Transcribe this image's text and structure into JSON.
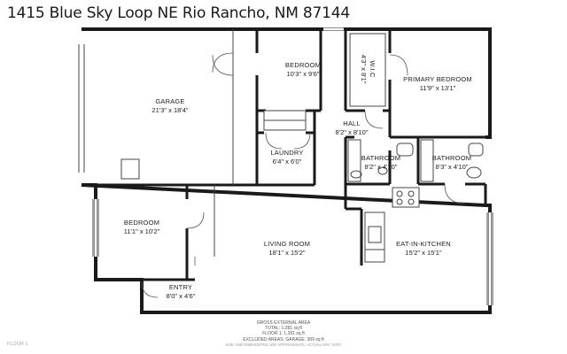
{
  "title": "1415 Blue Sky Loop NE Rio Rancho, NM 87144",
  "rooms": {
    "garage": {
      "name": "GARAGE",
      "dims": "21'3\" x 18'4\""
    },
    "bedroom_top": {
      "name": "BEDROOM",
      "dims": "10'3\" x 9'6\""
    },
    "wic": {
      "name": "W.I.C",
      "dims": "4'3\" x 8'1\""
    },
    "primary_bedroom": {
      "name": "PRIMARY BEDROOM",
      "dims": "11'9\" x 13'1\""
    },
    "hall": {
      "name": "HALL",
      "dims": "8'2\" x 8'10\""
    },
    "laundry": {
      "name": "LAUNDRY",
      "dims": "6'4\" x 6'0\""
    },
    "bathroom_1": {
      "name": "BATHROOM",
      "dims": "8'2\" x 4'10\""
    },
    "bathroom_2": {
      "name": "BATHROOM",
      "dims": "8'3\" x 4'10\""
    },
    "bedroom_left": {
      "name": "BEDROOM",
      "dims": "11'1\" x 10'2\""
    },
    "living_room": {
      "name": "LIVING ROOM",
      "dims": "18'1\" x 15'2\""
    },
    "eat_in_kitchen": {
      "name": "EAT-IN-KITCHEN",
      "dims": "15'2\" x 15'1\""
    },
    "entry": {
      "name": "ENTRY",
      "dims": "8'0\" x 4'6\""
    }
  },
  "area": {
    "heading": "GROSS EXTERNAL AREA",
    "total": "TOTAL: 1,281 sq ft",
    "floor1": "FLOOR 1: 1,281 sq ft",
    "excluded": "EXCLUDED AREAS: GARAGE: 389 sq ft"
  },
  "disclaimer": "SIZE AND DIMENSIONS ARE APPROXIMATE, ACTUAL MAY VARY",
  "floor_label": "FLOOR 1"
}
